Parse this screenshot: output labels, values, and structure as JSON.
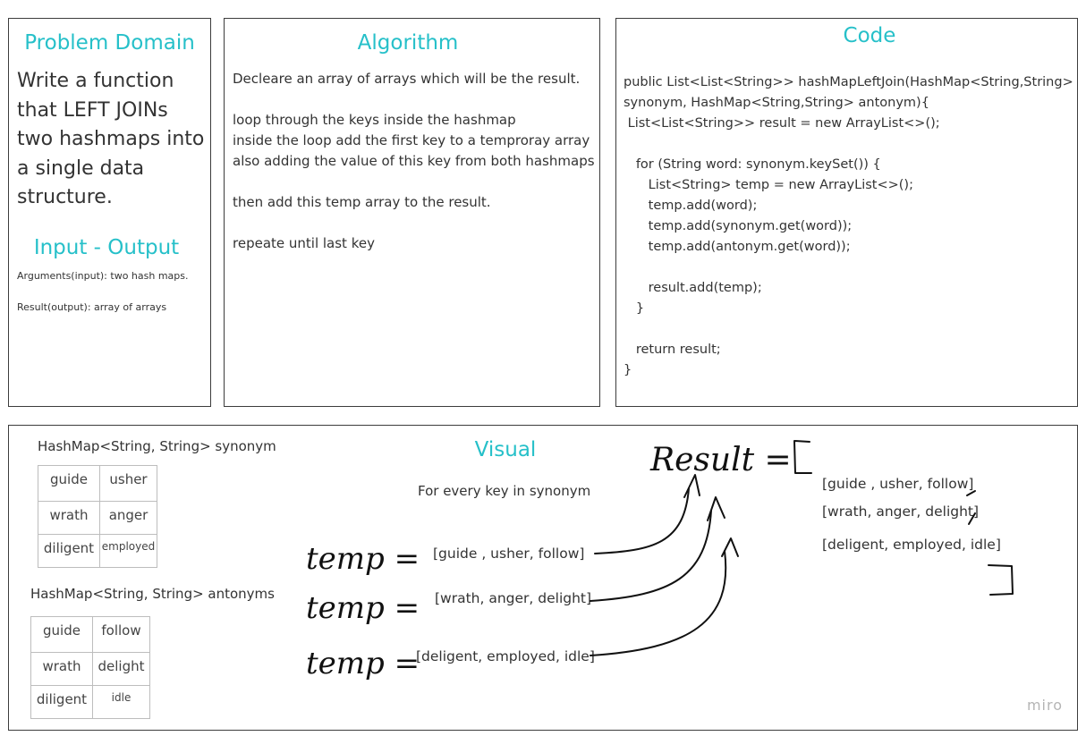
{
  "problem": {
    "title": "Problem Domain",
    "lines": [
      "Write a function",
      "that LEFT JOINs",
      "two hashmaps into",
      "a single data",
      "structure."
    ],
    "io_title": "Input - Output",
    "arguments": "Arguments(input): two hash maps.",
    "result": "Result(output): array of arrays"
  },
  "algorithm": {
    "title": "Algorithm",
    "lines": [
      "Decleare an array of arrays which will be the result.",
      "",
      "loop through the keys inside the hashmap",
      "inside the loop add the first key to a temproray array",
      "also adding the value of this key from both hashmaps",
      "",
      "then add this temp array to the result.",
      "",
      "repeate until last key"
    ]
  },
  "code": {
    "title": "Code",
    "lines": [
      "public List<List<String>> hashMapLeftJoin(HashMap<String,String>",
      "synonym, HashMap<String,String> antonym){",
      " List<List<String>> result = new ArrayList<>();",
      "",
      "   for (String word: synonym.keySet()) {",
      "      List<String> temp = new ArrayList<>();",
      "      temp.add(word);",
      "      temp.add(synonym.get(word));",
      "      temp.add(antonym.get(word));",
      "",
      "      result.add(temp);",
      "   }",
      "",
      "   return result;",
      "}"
    ]
  },
  "visual": {
    "title": "Visual",
    "subtitle": "For every key in synonym",
    "synonym": {
      "label": "HashMap<String, String> synonym",
      "rows": [
        [
          "guide",
          "usher"
        ],
        [
          "wrath",
          "anger"
        ],
        [
          "diligent",
          "employed"
        ]
      ]
    },
    "antonym": {
      "label": "HashMap<String, String> antonyms",
      "rows": [
        [
          "guide",
          "follow"
        ],
        [
          "wrath",
          "delight"
        ],
        [
          "diligent",
          "idle"
        ]
      ]
    },
    "temps": [
      "[guide , usher, follow]",
      "[wrath, anger, delight]",
      "[deligent, employed, idle]"
    ],
    "result_items": [
      "[guide , usher, follow]",
      "[wrath, anger, delight]",
      "[deligent, employed, idle]"
    ],
    "hand_temp": "temp =",
    "hand_result": "Result =",
    "watermark": "miro"
  }
}
